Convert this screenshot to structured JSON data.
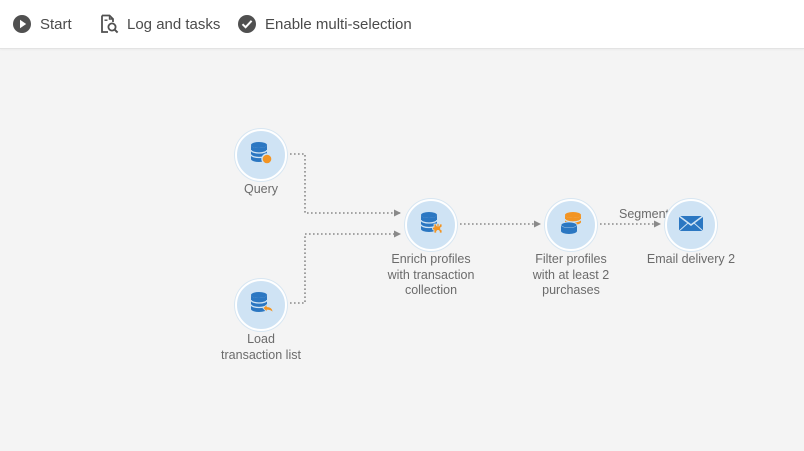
{
  "toolbar": {
    "start_label": "Start",
    "log_label": "Log and tasks",
    "multi_label": "Enable multi-selection"
  },
  "workflow": {
    "nodes": {
      "query": {
        "label": "Query",
        "icon": "query-database-icon"
      },
      "load": {
        "label": "Load transaction list",
        "icon": "load-database-icon"
      },
      "enrich": {
        "label": "Enrich profiles with transaction collection",
        "icon": "enrich-database-icon"
      },
      "filter": {
        "label": "Filter profiles with at least 2 purchases",
        "icon": "filter-database-icon"
      },
      "email": {
        "label": "Email delivery 2",
        "icon": "envelope-icon"
      }
    },
    "edges": {
      "segment_label": "Segment"
    }
  },
  "colors": {
    "icon_blue": "#2b77c2",
    "icon_orange": "#f29423",
    "node_bg": "#cfe3f4",
    "connector": "#8a8a8a",
    "toolbar_icon": "#505050"
  }
}
